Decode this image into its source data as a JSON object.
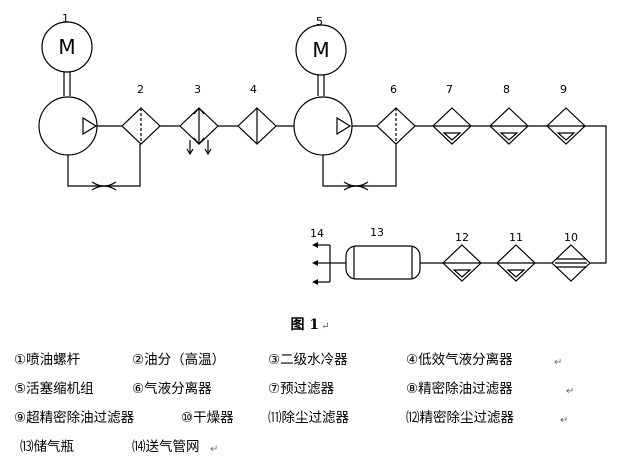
{
  "figure": {
    "numbers": [
      "1",
      "2",
      "3",
      "4",
      "5",
      "6",
      "7",
      "8",
      "9",
      "10",
      "11",
      "12",
      "13",
      "14"
    ],
    "motor_symbol": "M",
    "caption": "图 1",
    "return_mark": "↵"
  },
  "legend": {
    "rows": [
      [
        "①喷油螺杆",
        "②油分（高温）",
        "③二级水冷器",
        "④低效气液分离器"
      ],
      [
        "⑤活塞缩机组",
        "⑥气液分离器",
        "⑦预过滤器",
        "⑧精密除油过滤器"
      ],
      [
        "⑨超精密除油过滤器",
        "⑩干燥器",
        "⑾除尘过滤器",
        "⑿精密除尘过滤器"
      ],
      [
        "⒀储气瓶",
        "⒁送气管网"
      ]
    ]
  }
}
